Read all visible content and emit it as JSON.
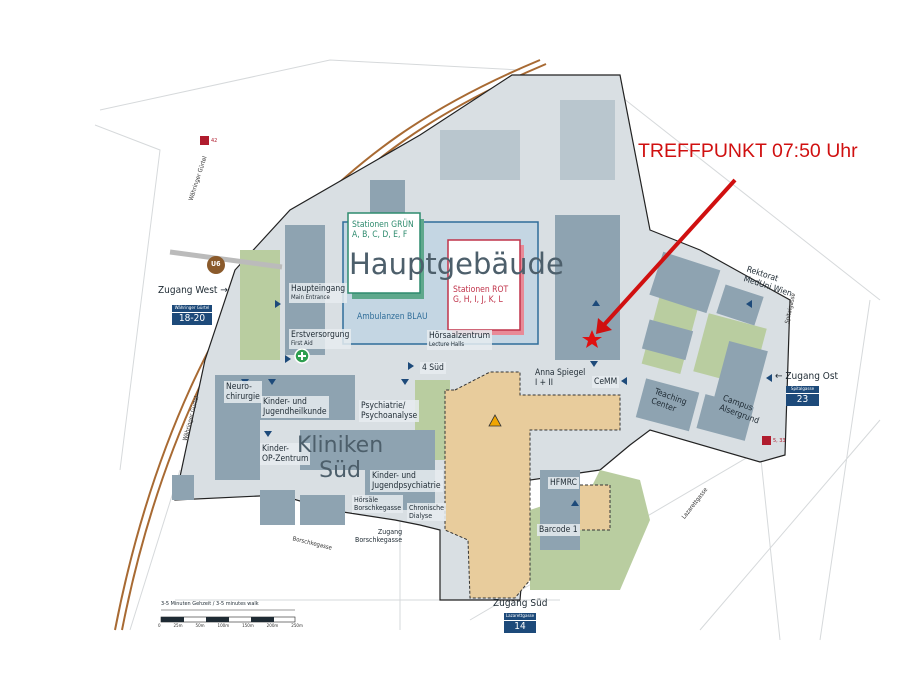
{
  "meeting_point": {
    "label": "TREFFPUNKT 07:50 Uhr",
    "color": "#d01010"
  },
  "main_building": {
    "title": "Hauptgebäude",
    "green": {
      "title": "Stationen GRÜN",
      "wards": "A, B, C, D, E, F",
      "color": "#2e8b6e"
    },
    "red": {
      "title": "Stationen ROT",
      "wards": "G, H, I, J, K, L",
      "color": "#c0334a"
    },
    "blue": {
      "title": "Ambulanzen BLAU",
      "color": "#2f6d99"
    }
  },
  "labels": {
    "main_entrance": {
      "de": "Haupteingang",
      "en": "Main Entrance"
    },
    "first_aid": {
      "de": "Erstversorgung",
      "en": "First Aid"
    },
    "lecture": {
      "de": "Hörsaalzentrum",
      "en": "Lecture Halls"
    },
    "four_sued": "4 Süd",
    "anna_spiegel": [
      "Anna Spiegel",
      "I + II"
    ],
    "cemm": "CeMM",
    "rektorat": [
      "Rektorat",
      "MedUni Wien"
    ],
    "teaching": [
      "Teaching",
      "Center"
    ],
    "campus": [
      "Campus",
      "Alsergrund"
    ],
    "neuro": [
      "Neuro-",
      "chirurgie"
    ],
    "kinder_jugend": [
      "Kinder- und",
      "Jugendheilkunde"
    ],
    "psychiatrie": [
      "Psychiatrie/",
      "Psychoanalyse"
    ],
    "kinder_op": [
      "Kinder-",
      "OP-Zentrum"
    ],
    "kliniken_sued": [
      "Kliniken",
      "Süd"
    ],
    "kjp": [
      "Kinder- und",
      "Jugendpsychiatrie"
    ],
    "hoersaele": [
      "Hörsäle",
      "Borschkegasse"
    ],
    "dialyse": [
      "Chronische",
      "Dialyse"
    ],
    "zugang_borschke": [
      "Zugang",
      "Borschkegasse"
    ],
    "hfmrc": "HFMRC",
    "barcode": "Barcode 1",
    "u6": "U6"
  },
  "entrances": {
    "west": {
      "label": "Zugang West →",
      "street": "Währinger Gürtel",
      "number": "18-20"
    },
    "east": {
      "label": "← Zugang Ost",
      "street": "Spitalgasse",
      "number": "23"
    },
    "south": {
      "label": "Zugang Süd",
      "street": "Lazarettgasse",
      "number": "14"
    }
  },
  "streets": {
    "guertel1": "Währinger Gürtel",
    "guertel2": "Währinger Gürtel",
    "borschke": "Borschkegasse",
    "lazarett": "Lazarettgasse",
    "spital": "Spitalgasse"
  },
  "bus_stops": {
    "north": "42",
    "east": "5, 33"
  },
  "scale": {
    "title": "3-5 Minuten Gehzeit / 3-5 minutes walk",
    "ticks": [
      "0",
      "25m",
      "50m",
      "100m",
      "150m",
      "200m",
      "250m"
    ]
  }
}
